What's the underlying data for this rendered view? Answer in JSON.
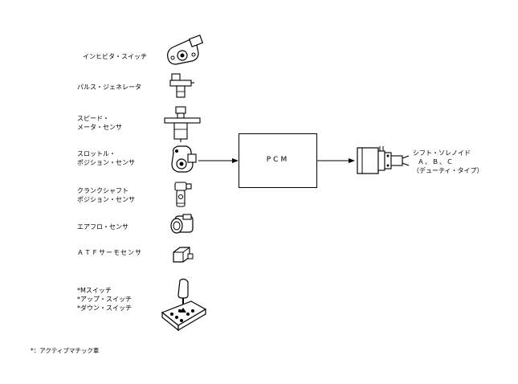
{
  "inputs": [
    {
      "lines": [
        "インヒビタ・スイッチ"
      ],
      "icon": "inhibitor-switch-icon"
    },
    {
      "lines": [
        "パルス・ジェネレータ"
      ],
      "icon": "pulse-generator-icon"
    },
    {
      "lines": [
        "スピード・",
        "メータ・センサ"
      ],
      "icon": "speedometer-sensor-icon"
    },
    {
      "lines": [
        "スロットル・",
        "ポジション・センサ"
      ],
      "icon": "throttle-position-sensor-icon"
    },
    {
      "lines": [
        "クランクシャフト",
        "ポジション・センサ"
      ],
      "icon": "crankshaft-position-sensor-icon"
    },
    {
      "lines": [
        "エアフロ・センサ"
      ],
      "icon": "airflow-sensor-icon"
    },
    {
      "lines": [
        "ＡＴＦサーモセンサ"
      ],
      "icon": "atf-thermo-sensor-icon"
    },
    {
      "lines": [
        "*Mスイッチ",
        "*アップ・スイッチ",
        "*ダウン・スイッチ"
      ],
      "icon": "shift-lever-icon"
    }
  ],
  "pcm": {
    "label": "PCM"
  },
  "output": {
    "lines": [
      "シフト・ソレノイド",
      "Ａ、Ｂ、Ｃ",
      "（デューティ・タイプ）"
    ],
    "icon": "shift-solenoid-icon"
  },
  "footnote": "*：アクティブマチック車"
}
